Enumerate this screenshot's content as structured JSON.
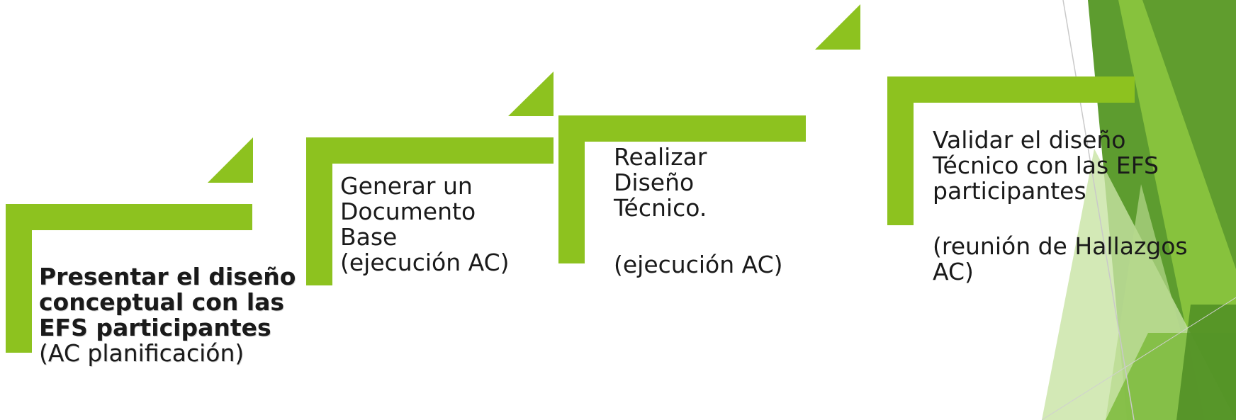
{
  "colors": {
    "step_green": "#8dc21f",
    "text": "#1a1a1a"
  },
  "steps": [
    {
      "bold": "Presentar el diseño conceptual con las EFS participantes",
      "normal": " (AC planificación)"
    },
    {
      "line1": "Generar un Documento Base",
      "line2": "(ejecución AC)"
    },
    {
      "line1": "Realizar Diseño Técnico.",
      "line2": "(ejecución AC)"
    },
    {
      "line1": "Validar el diseño Técnico con las EFS participantes",
      "line2": "(reunión de Hallazgos AC)"
    }
  ]
}
